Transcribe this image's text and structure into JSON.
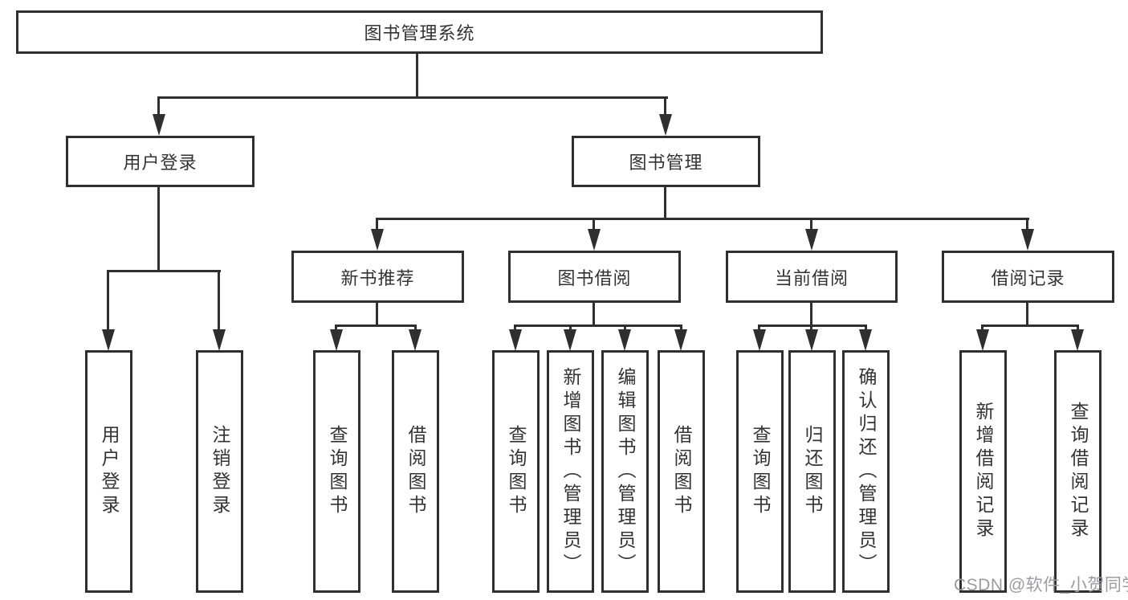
{
  "diagram_type": "hierarchy-tree",
  "colors": {
    "line": "#2f2f2f",
    "text": "#333333",
    "bg": "#ffffff",
    "watermark": "#9b9ba1"
  },
  "root": {
    "label": "图书管理系统"
  },
  "branches": [
    {
      "label": "用户登录",
      "children": [
        {
          "label": "用户登录"
        },
        {
          "label": "注销登录"
        }
      ]
    },
    {
      "label": "图书管理",
      "children": [
        {
          "label": "新书推荐",
          "children": [
            {
              "label": "查询图书"
            },
            {
              "label": "借阅图书"
            }
          ]
        },
        {
          "label": "图书借阅",
          "children": [
            {
              "label": "查询图书"
            },
            {
              "label": "新增图书（管理员）"
            },
            {
              "label": "编辑图书（管理员）"
            },
            {
              "label": "借阅图书"
            }
          ]
        },
        {
          "label": "当前借阅",
          "children": [
            {
              "label": "查询图书"
            },
            {
              "label": "归还图书"
            },
            {
              "label": "确认归还（管理员）"
            }
          ]
        },
        {
          "label": "借阅记录",
          "children": [
            {
              "label": "新增借阅记录"
            },
            {
              "label": "查询借阅记录"
            }
          ]
        }
      ]
    }
  ],
  "watermark": "CSDN @软件_小贺同学"
}
